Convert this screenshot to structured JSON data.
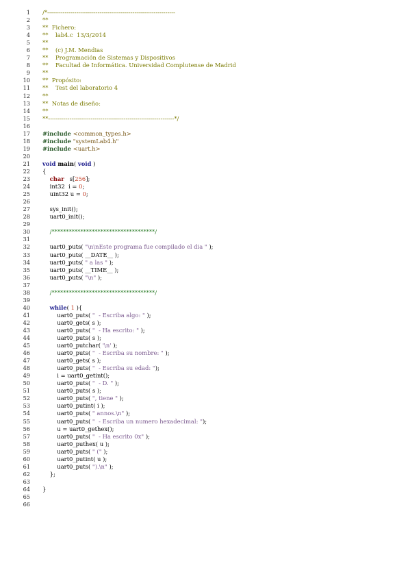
{
  "document": {
    "lines": [
      [
        {
          "c": "c",
          "t": "/*------------------------------------------------------------------"
        }
      ],
      [
        {
          "c": "c",
          "t": "**"
        }
      ],
      [
        {
          "c": "c",
          "t": "**  Fichero:"
        }
      ],
      [
        {
          "c": "c",
          "t": "**    lab4.c  13/3/2014"
        }
      ],
      [
        {
          "c": "c",
          "t": "**"
        }
      ],
      [
        {
          "c": "c",
          "t": "**    (c) J.M. Mendias"
        }
      ],
      [
        {
          "c": "c",
          "t": "**    Programación de Sistemas y Dispositivos"
        }
      ],
      [
        {
          "c": "c",
          "t": "**    Facultad de Informática. Universidad Complutense de Madrid"
        }
      ],
      [
        {
          "c": "c",
          "t": "**"
        }
      ],
      [
        {
          "c": "c",
          "t": "**  Propósito:"
        }
      ],
      [
        {
          "c": "c",
          "t": "**    Test del laboratorio 4"
        }
      ],
      [
        {
          "c": "c",
          "t": "**"
        }
      ],
      [
        {
          "c": "c",
          "t": "**  Notas de diseño:"
        }
      ],
      [
        {
          "c": "c",
          "t": "**"
        }
      ],
      [
        {
          "c": "c",
          "t": "**-----------------------------------------------------------------*/"
        }
      ],
      [],
      [
        {
          "c": "pp",
          "t": "#include "
        },
        {
          "c": "inc",
          "t": "<common_types.h>"
        }
      ],
      [
        {
          "c": "pp",
          "t": "#include "
        },
        {
          "c": "inc",
          "t": "\"systemLab4.h\""
        }
      ],
      [
        {
          "c": "pp",
          "t": "#include "
        },
        {
          "c": "inc",
          "t": "<uart.h>"
        }
      ],
      [],
      [
        {
          "c": "k",
          "t": "void "
        },
        {
          "c": "f",
          "t": "main"
        },
        {
          "c": "p",
          "t": "( "
        },
        {
          "c": "k",
          "t": "void"
        },
        {
          "c": "p",
          "t": " )"
        }
      ],
      [
        {
          "c": "p",
          "t": "{"
        }
      ],
      [
        {
          "c": "p",
          "t": "    "
        },
        {
          "c": "t",
          "t": "char"
        },
        {
          "c": "p",
          "t": "   s["
        },
        {
          "c": "n",
          "t": "256"
        },
        {
          "c": "p",
          "t": "];"
        }
      ],
      [
        {
          "c": "p",
          "t": "    int32  i = "
        },
        {
          "c": "n",
          "t": "0"
        },
        {
          "c": "p",
          "t": ";"
        }
      ],
      [
        {
          "c": "p",
          "t": "    uint32 u = "
        },
        {
          "c": "n",
          "t": "0"
        },
        {
          "c": "p",
          "t": ";"
        }
      ],
      [],
      [
        {
          "c": "p",
          "t": "    sys_init();"
        }
      ],
      [
        {
          "c": "p",
          "t": "    uart0_init();"
        }
      ],
      [],
      [
        {
          "c": "p",
          "t": "    "
        },
        {
          "c": "cm",
          "t": "/************************************/"
        }
      ],
      [],
      [
        {
          "c": "p",
          "t": "    uart0_puts( "
        },
        {
          "c": "s",
          "t": "\"\\n\\nEste programa fue compilado el dia \""
        },
        {
          "c": "p",
          "t": " );"
        }
      ],
      [
        {
          "c": "p",
          "t": "    uart0_puts( __DATE__ );"
        }
      ],
      [
        {
          "c": "p",
          "t": "    uart0_puts( "
        },
        {
          "c": "s",
          "t": "\" a las \""
        },
        {
          "c": "p",
          "t": " );"
        }
      ],
      [
        {
          "c": "p",
          "t": "    uart0_puts( __TIME__ );"
        }
      ],
      [
        {
          "c": "p",
          "t": "    uart0_puts( "
        },
        {
          "c": "s",
          "t": "\"\\n\""
        },
        {
          "c": "p",
          "t": " );"
        }
      ],
      [],
      [
        {
          "c": "p",
          "t": "    "
        },
        {
          "c": "cm",
          "t": "/************************************/"
        }
      ],
      [],
      [
        {
          "c": "p",
          "t": "    "
        },
        {
          "c": "k",
          "t": "while"
        },
        {
          "c": "p",
          "t": "( "
        },
        {
          "c": "n",
          "t": "1"
        },
        {
          "c": "p",
          "t": " ){"
        }
      ],
      [
        {
          "c": "p",
          "t": "        uart0_puts( "
        },
        {
          "c": "s",
          "t": "\"  - Escriba algo: \""
        },
        {
          "c": "p",
          "t": " );"
        }
      ],
      [
        {
          "c": "p",
          "t": "        uart0_gets( s );"
        }
      ],
      [
        {
          "c": "p",
          "t": "        uart0_puts( "
        },
        {
          "c": "s",
          "t": "\"  - Ha escrito: \""
        },
        {
          "c": "p",
          "t": " );"
        }
      ],
      [
        {
          "c": "p",
          "t": "        uart0_puts( s );"
        }
      ],
      [
        {
          "c": "p",
          "t": "        uart0_putchar( "
        },
        {
          "c": "s",
          "t": "'\\n'"
        },
        {
          "c": "p",
          "t": " );"
        }
      ],
      [
        {
          "c": "p",
          "t": "        uart0_puts( "
        },
        {
          "c": "s",
          "t": "\"  - Escriba su nombre: \""
        },
        {
          "c": "p",
          "t": " );"
        }
      ],
      [
        {
          "c": "p",
          "t": "        uart0_gets( s );"
        }
      ],
      [
        {
          "c": "p",
          "t": "        uart0_puts( "
        },
        {
          "c": "s",
          "t": "\"  - Escriba su edad: \""
        },
        {
          "c": "p",
          "t": ");"
        }
      ],
      [
        {
          "c": "p",
          "t": "        i = uart0_getint();"
        }
      ],
      [
        {
          "c": "p",
          "t": "        uart0_puts( "
        },
        {
          "c": "s",
          "t": "\"  - D. \""
        },
        {
          "c": "p",
          "t": " );"
        }
      ],
      [
        {
          "c": "p",
          "t": "        uart0_puts( s );"
        }
      ],
      [
        {
          "c": "p",
          "t": "        uart0_puts( "
        },
        {
          "c": "s",
          "t": "\", tiene \""
        },
        {
          "c": "p",
          "t": " );"
        }
      ],
      [
        {
          "c": "p",
          "t": "        uart0_putint( i );"
        }
      ],
      [
        {
          "c": "p",
          "t": "        uart0_puts( "
        },
        {
          "c": "s",
          "t": "\" annos.\\n\""
        },
        {
          "c": "p",
          "t": " );"
        }
      ],
      [
        {
          "c": "p",
          "t": "        uart0_puts( "
        },
        {
          "c": "s",
          "t": "\"  - Escriba un numero hexadecimal: \""
        },
        {
          "c": "p",
          "t": ");"
        }
      ],
      [
        {
          "c": "p",
          "t": "        u = uart0_gethex();"
        }
      ],
      [
        {
          "c": "p",
          "t": "        uart0_puts( "
        },
        {
          "c": "s",
          "t": "\"  - Ha escrito 0x\""
        },
        {
          "c": "p",
          "t": " );"
        }
      ],
      [
        {
          "c": "p",
          "t": "        uart0_puthex( u );"
        }
      ],
      [
        {
          "c": "p",
          "t": "        uart0_puts( "
        },
        {
          "c": "s",
          "t": "\" (\""
        },
        {
          "c": "p",
          "t": " );"
        }
      ],
      [
        {
          "c": "p",
          "t": "        uart0_putint( u );"
        }
      ],
      [
        {
          "c": "p",
          "t": "        uart0_puts( "
        },
        {
          "c": "s",
          "t": "\").\\n\""
        },
        {
          "c": "p",
          "t": " );"
        }
      ],
      [
        {
          "c": "p",
          "t": "    };"
        }
      ],
      [],
      [
        {
          "c": "p",
          "t": "}"
        }
      ],
      [],
      []
    ]
  },
  "colors": {
    "comment_header": "#7a7a00",
    "comment_banner": "#2a7b27",
    "keyword": "#1a1a8c",
    "type": "#8c1010",
    "string": "#7b5a8f",
    "number": "#c23b22",
    "preprocessor": "#2a5a2a",
    "include_path": "#7a5a1a"
  }
}
